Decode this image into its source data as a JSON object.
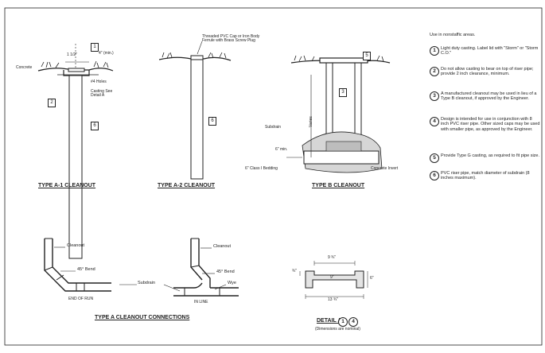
{
  "type_a1": {
    "caption": "TYPE A-1 CLEANOUT",
    "dim_top": "1 1/2\"",
    "dim_min": "4\" (min.)",
    "label_concrete": "Concrete",
    "label_hole": "#4 Holes",
    "label_casting": "Casting See Detail A",
    "tag_left": "2",
    "tag_top": "1",
    "tag_pipe": "6"
  },
  "type_a2": {
    "caption": "TYPE A-2 CLEANOUT",
    "label_plug": "Threaded PVC Cap or Iron Body Ferrule with Brass Screw Plug",
    "tag_pipe": "6"
  },
  "type_b": {
    "caption": "TYPE B CLEANOUT",
    "tag_top": "5",
    "tag_pipe": "3",
    "label_subdrain": "Subdrain",
    "label_varies": "Varies",
    "label_min": "6\" min.",
    "label_bedding": "6\" Class I Bedding",
    "label_invert": "Concrete Invert"
  },
  "connections": {
    "caption": "TYPE A CLEANOUT CONNECTIONS",
    "left_cleanout": "Cleanout",
    "left_bend": "45° Bend",
    "subdrain": "Subdrain",
    "right_cleanout": "Cleanout",
    "right_bend": "45° Bend",
    "wye": "Wye",
    "end_of_run": "END OF RUN",
    "in_line": "IN LINE"
  },
  "detail_a": {
    "caption": "DETAIL A",
    "ref1": "1",
    "ref2": "4",
    "subcaption": "(Dimensions are nominal)",
    "dim_top": "9 ¾\"",
    "dim_inner": "9\"",
    "dim_left": "¾\"",
    "dim_right": "6\"",
    "dim_bottom": "13 ¾\""
  },
  "notes": {
    "title": "Use in nonstaffic areas.",
    "items": [
      {
        "num": "1",
        "text": "Light duty casting. Label lid with \"Storm\" or \"Storm C.O.\""
      },
      {
        "num": "2",
        "text": "Do not allow casting to bear on top of riser pipe; provide 2 inch clearance, minimum."
      },
      {
        "num": "3",
        "text": "A manufactured cleanout may be used in lieu of a Type B cleanout, if approved by the Engineer."
      },
      {
        "num": "4",
        "text": "Design is intended for use in conjunction with 8 inch PVC riser pipe. Other sized caps may be used with smaller pipe, as approved by the Engineer."
      },
      {
        "num": "5",
        "text": "Provide Type G casting, as required to fit pipe size."
      },
      {
        "num": "6",
        "text": "PVC riser pipe, match diameter of subdrain (8 inches maximum)."
      }
    ]
  }
}
